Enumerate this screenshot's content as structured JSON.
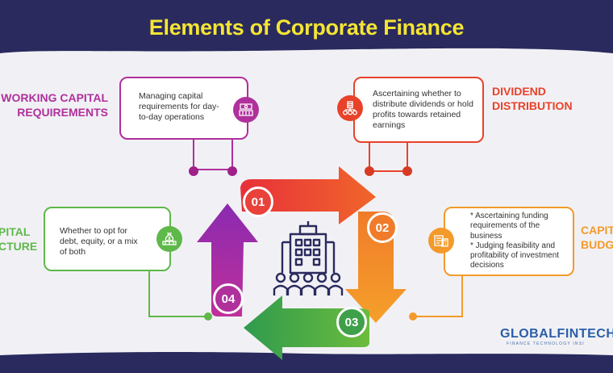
{
  "title": "Elements of Corporate Finance",
  "elements": [
    {
      "label_lines": [
        "WORKING CAPITAL",
        "REQUIREMENTS"
      ],
      "description": "Managing capital requirements for day-to-day operations",
      "icon": "cash-register-icon",
      "color": "#b0309c"
    },
    {
      "label_lines": [
        "DIVIDEND",
        "DISTRIBUTION"
      ],
      "description": "Ascertaining whether to distribute dividends or hold profits towards retained earnings",
      "icon": "coin-stack-hierarchy-icon",
      "color": "#e8422a"
    },
    {
      "label_lines": [
        "CAPITAL",
        "BUDGETING"
      ],
      "visible_label_lines": [
        "CAPIT",
        "BUDG"
      ],
      "bullets": [
        "* Ascertaining funding requirements of the business",
        "* Judging feasibility and profitability of investment decisions"
      ],
      "icon": "budget-calculator-icon",
      "color": "#f39a2a"
    },
    {
      "label_lines": [
        "CAPITAL",
        "STRUCTURE"
      ],
      "visible_label_lines": [
        "PITAL",
        "CTURE"
      ],
      "description": "Whether to opt for debt, equity, or a mix of both",
      "icon": "money-bag-icon",
      "color": "#5fb84a"
    }
  ],
  "steps": [
    {
      "number": "01",
      "color": "#e8423a"
    },
    {
      "number": "02",
      "color": "#f07b2a"
    },
    {
      "number": "03",
      "color": "#3fa04a"
    },
    {
      "number": "04",
      "color": "#b0309c"
    }
  ],
  "center_icon": "corporate-building-people-icon",
  "logo": {
    "name": "GLOBALFINTECH",
    "tagline": "FINANCE TECHNOLOGY INSI"
  },
  "colors": {
    "navy": "#2a2a5e",
    "title_yellow": "#f4e533",
    "purple": "#b0309c",
    "red": "#e8422a",
    "orange": "#f39a2a",
    "green": "#5fb84a"
  }
}
